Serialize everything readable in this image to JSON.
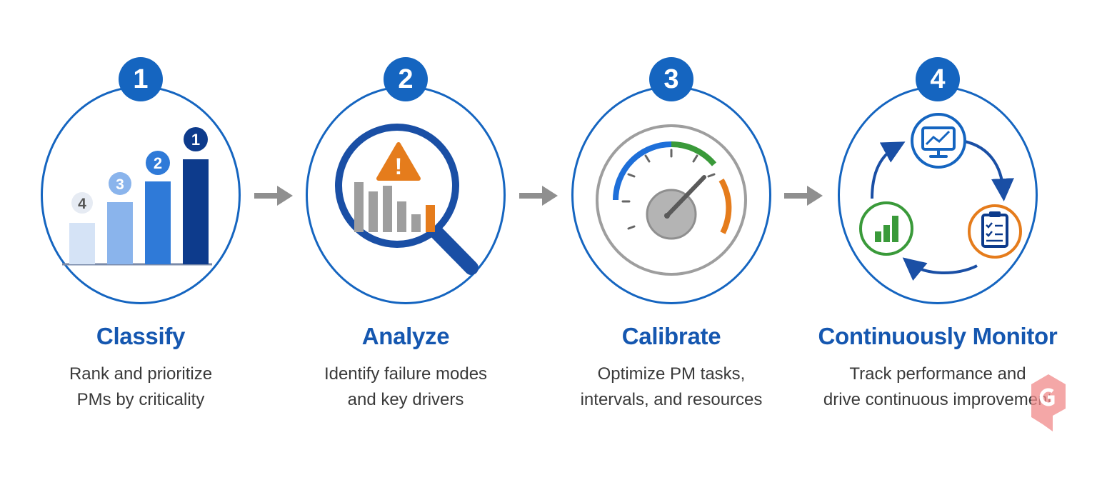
{
  "steps": [
    {
      "number": "1",
      "title": "Classify",
      "desc": [
        "Rank and prioritize",
        "PMs by criticality"
      ],
      "rank_labels": [
        "4",
        "3",
        "2",
        "1"
      ]
    },
    {
      "number": "2",
      "title": "Analyze",
      "desc": [
        "Identify failure modes",
        "and key drivers"
      ],
      "warning_glyph": "!"
    },
    {
      "number": "3",
      "title": "Calibrate",
      "desc": [
        "Optimize PM tasks,",
        "intervals, and resources"
      ]
    },
    {
      "number": "4",
      "title": "Continuously Monitor",
      "desc": [
        "Track performance and",
        "drive continuous improvement"
      ]
    }
  ],
  "colors": {
    "primary": "#1565c0",
    "navy": "#0d3b8c",
    "light_blue": "#8ab4ec",
    "pale_blue": "#d5e3f6",
    "green": "#3a9a3a",
    "orange": "#e57c1c",
    "gray": "#9e9e9e",
    "arrow_gray": "#8f8f8f"
  },
  "icons": [
    "bar-ranking-icon",
    "magnifier-icon",
    "warning-icon",
    "gauge-icon",
    "monitor-icon",
    "clipboard-icon",
    "growth-chart-icon",
    "cycle-arrows-icon",
    "right-arrow-icon"
  ]
}
